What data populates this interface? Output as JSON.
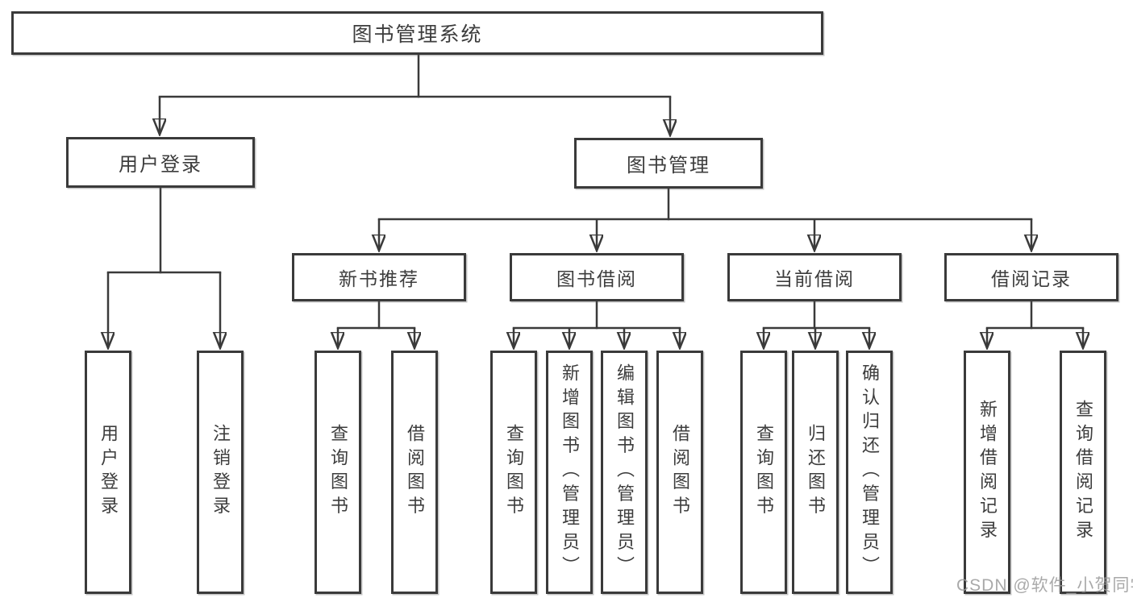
{
  "diagram_title": "图书管理系统",
  "nodes": {
    "root": "图书管理系统",
    "user_login": {
      "label": "用户登录",
      "leaves": [
        "用户登录",
        "注销登录"
      ]
    },
    "book_management": {
      "label": "图书管理",
      "sections": [
        {
          "label": "新书推荐",
          "leaves": [
            "查询图书",
            "借阅图书"
          ]
        },
        {
          "label": "图书借阅",
          "leaves": [
            "查询图书",
            "新增图书（管理员）",
            "编辑图书（管理员）",
            "借阅图书"
          ]
        },
        {
          "label": "当前借阅",
          "leaves": [
            "查询图书",
            "归还图书",
            "确认归还（管理员）"
          ]
        },
        {
          "label": "借阅记录",
          "leaves": [
            "新增借阅记录",
            "查询借阅记录"
          ]
        }
      ]
    }
  },
  "watermark": "CSDN @软件_小贺同学",
  "colors": {
    "line": "#3a3a3a",
    "text": "#3d3d3d",
    "watermark": "#9b9b9b"
  }
}
